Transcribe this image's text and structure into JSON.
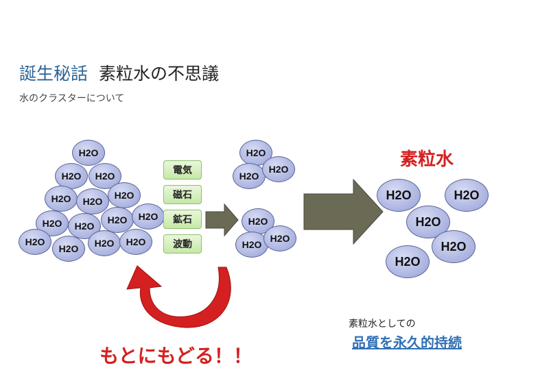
{
  "title": {
    "highlight": "誕生秘話",
    "main": "素粒水の不思議"
  },
  "subtitle": "水のクラスターについて",
  "molecule_label": "H2O",
  "methods": [
    "電気",
    "磁石",
    "鉱石",
    "波動"
  ],
  "result_title": "素粒水",
  "return_text": "もとにもどる！！",
  "quality_pre": "素粒水としての",
  "quality": "品質を永久的持続",
  "colors": {
    "title_blue": "#2a6496",
    "red": "#d42020",
    "quality_blue": "#2f6fb5",
    "arrow": "#6b6b55"
  }
}
